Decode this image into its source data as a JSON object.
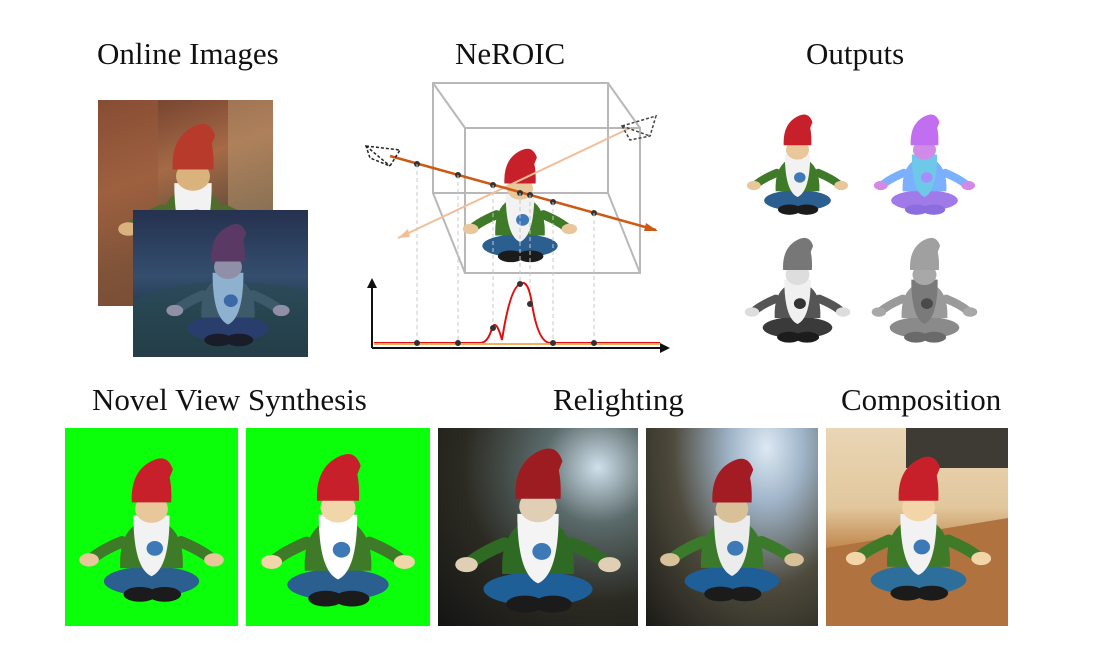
{
  "figure": {
    "titles": {
      "online_images": "Online Images",
      "neroic": "NeROIC",
      "outputs": "Outputs",
      "novel_view": "Novel View Synthesis",
      "relighting": "Relighting",
      "composition": "Composition"
    },
    "colors": {
      "green_screen": "#0bff0b",
      "ray_primary": "#cc5a14",
      "ray_secondary": "#f0bf9a",
      "density_curve": "#e01010",
      "baseline": "#f4b060",
      "bbox_lines": "#b8b8b8"
    },
    "icons": [
      "camera-icon",
      "gnome-figure",
      "bounding-box",
      "density-plot"
    ]
  }
}
